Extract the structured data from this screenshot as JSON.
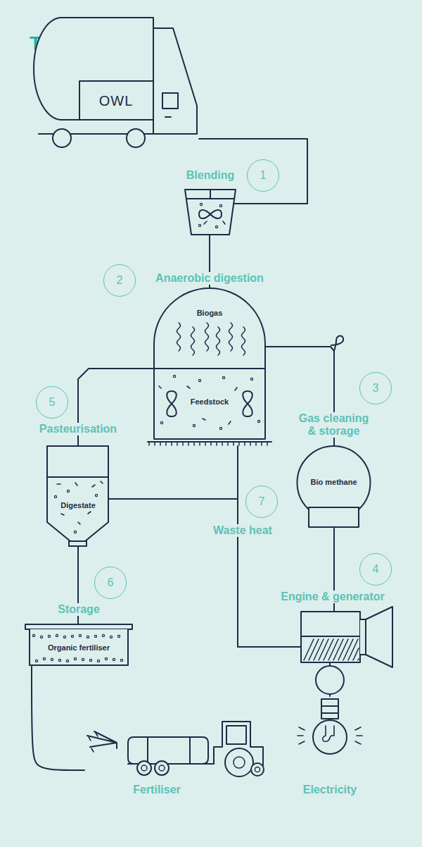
{
  "diagram": {
    "title": "The process",
    "nodes": [
      {
        "text": [
          "OWL"
        ]
      },
      {
        "text": [
          "Blending"
        ]
      },
      {
        "text": [
          "Anaerobic digestion",
          "Biogas",
          "Feedstock"
        ]
      },
      {
        "text": [
          "Gas cleaning & storage",
          "Bio methane"
        ]
      },
      {
        "text": [
          "Pasteurisation",
          "Digestate"
        ]
      },
      {
        "text": [
          "Engine & generator"
        ]
      },
      {
        "text": [
          "Storage",
          "Organic fertiliser"
        ]
      },
      {
        "text": [
          "Fertiliser"
        ]
      },
      {
        "text": [
          "Electricity"
        ]
      }
    ],
    "edges": [
      {
        "from": 0,
        "to": 1,
        "arrow": "none"
      },
      {
        "from": 1,
        "to": 2,
        "arrow": "none"
      },
      {
        "from": 2,
        "to": 3,
        "arrow": "none"
      },
      {
        "from": 3,
        "to": 5,
        "arrow": "none"
      },
      {
        "from": 2,
        "to": 4,
        "arrow": "none"
      },
      {
        "from": 4,
        "to": 6,
        "arrow": "none"
      },
      {
        "from": 6,
        "to": 7,
        "arrow": "none"
      },
      {
        "from": 5,
        "to": 8,
        "arrow": "none"
      },
      {
        "from": 5,
        "to": 2,
        "label": "Waste heat",
        "arrow": "none"
      },
      {
        "from": 5,
        "to": 4,
        "arrow": "none"
      }
    ],
    "labels": [
      "1",
      "2",
      "3",
      "4",
      "5",
      "6",
      "7"
    ]
  }
}
